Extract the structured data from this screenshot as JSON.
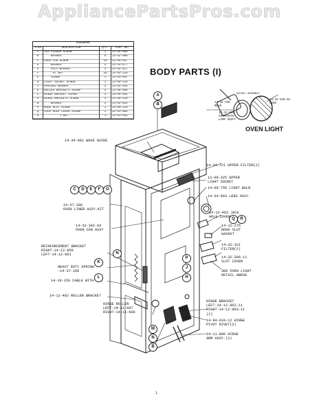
{
  "watermark": "AppliancePartsPros.com",
  "hardware_table": {
    "title": "HARDWARE",
    "headers": [
      "ITEM",
      "DESCRIPTION",
      "QTY.",
      "PART NO."
    ],
    "rows": [
      [
        "A",
        "AIR PLENUM SCREW",
        "1",
        "14-94-003"
      ],
      [
        "B",
        "\"    \"    WASHER",
        "8",
        "14-92-008"
      ],
      [
        "C",
        "OVEN CAN SCREW",
        "10",
        "14-90-037"
      ],
      [
        "D",
        "\"    \"    WASHER",
        "4",
        "14-19-677"
      ],
      [
        "E",
        "\"    \"    MICA WASHER",
        "4",
        "14-92-627"
      ],
      [
        "F",
        "\"    \"    \"UT\"NUT",
        "16",
        "14-92-119"
      ],
      [
        "G",
        "\"    \"    SCREW",
        "4",
        "14-93-057"
      ],
      [
        "H",
        "LIGHT SOCKET SCREW",
        "1",
        "14-90-126"
      ],
      [
        "J",
        "SPRINGS WASHER",
        "4",
        "14-92-024"
      ],
      [
        "K",
        "ROLLER BRACKETS SCREW",
        "4",
        "14-90-086"
      ],
      [
        "L",
        "HINGE BRACKET SCREW",
        "4",
        "14-90-062"
      ],
      [
        "M",
        "HINGE BRACKETS SCREW",
        "4",
        "14-90-129"
      ],
      [
        "N",
        "\"    \"    WASHER",
        "4",
        "14-92-024"
      ],
      [
        "P",
        "HOOK SLOT SCREW",
        "2",
        "14-90-129"
      ],
      [
        "Q",
        "JACK HOLE COVER SCREW",
        "1",
        "14-91-083"
      ],
      [
        "R",
        "\"    \"    \"    \"    \"J\"NUT",
        "1",
        "14-93-033"
      ]
    ]
  },
  "title": "BODY PARTS (I)",
  "oven_light": {
    "title": "OVEN LIGHT",
    "socket_assembly": "SOCKET ASSEMBLY",
    "part_lamp": "14-32-756\nBULB",
    "part_lens": "14-34-836-01\nLENS",
    "part_comp": "14-32-836\nCOMPOSITE\nLAMP SHIFT"
  },
  "callouts": {
    "wave_guide": "14-34-801 WAVE GUIDE",
    "upper_filter": "14-34-721 UPPER FILTER(2)",
    "upper_socket": "13-09-325 UPPER\nLIGHT SOCKET",
    "light_bulb": "14-09-756 LIGHT BULB",
    "lens_assy": "14-34-903 LENS ASSY.",
    "oven_liner": "14-37-180\nOVEN LINER ASSY.KIT",
    "oven_can": "14-32-342-03\nOVEN CAN ASSY",
    "jack_hole": "14-12-463 JACK\nHOLE COVER",
    "hook_slot_gasket": "14-12-275\nHOOK SLOT\nGASKET",
    "filter2": "14-32-321\nFILTER(2)",
    "slot_cover": "14-32-396-11\nSLOT COVER",
    "see_oven_light": "SEE OVEN LIGHT\nDETAIL ABOVE",
    "reinforcement": "REINFORCEMENT BRACKET\nRIGHT-14-12-859\nLEFT-14-12-861",
    "heavy_spring": "HEAVY DUTY SPRING\n-14-37-189",
    "cable": "14-19-150 CABLE WITH LUG",
    "roller_bracket": "14-12-462 ROLLER BRACKET",
    "hinge_roller": "HINGE ROLLER\nLEFT-14-11-607\nRIGHT-14-11-606",
    "hinge_bracket": "HINGE BRACKET\nLEFT-14-12-862-11\nRIGHT-14-12-863-11\n(2)",
    "pivot_rivet": "14-94-018-12 HINGE\nPIVOT RIVET(2)",
    "hinge_arm": "14-11-886 HINGE\nARM ASSY.(2)"
  },
  "circle_letters": {
    "a": "A",
    "b": "B",
    "c": "C",
    "d": "D",
    "e": "E",
    "f": "F",
    "g": "G",
    "n1": "N",
    "k": "K",
    "l": "L",
    "p": "P",
    "j": "J",
    "h": "H",
    "q": "Q",
    "r": "R",
    "m": "M",
    "n2": "N",
    "b2": "B"
  },
  "page_number": "1"
}
